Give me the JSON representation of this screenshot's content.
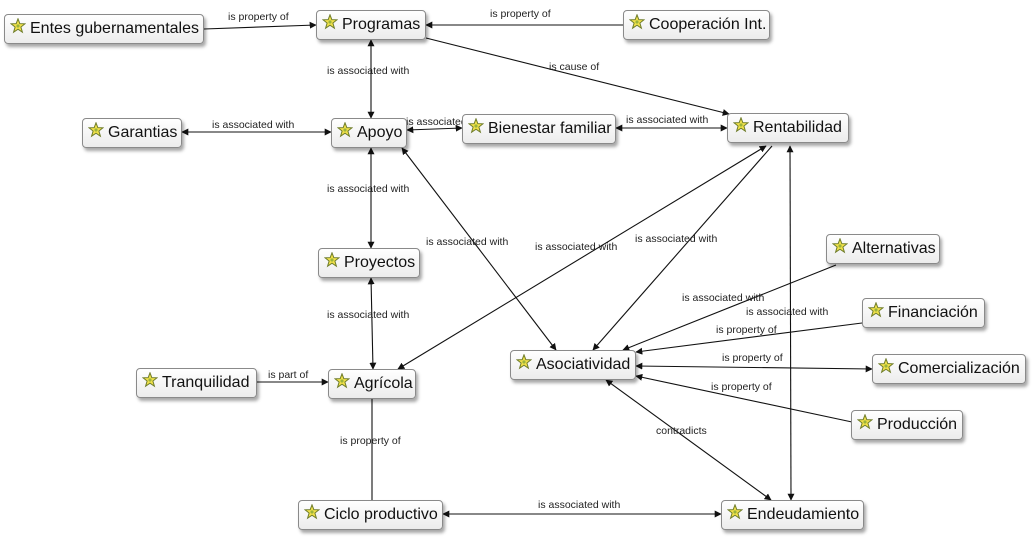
{
  "nodes": {
    "entes": "Entes gubernamentales",
    "programas": "Programas",
    "cooperacion": "Cooperación Int.",
    "garantias": "Garantias",
    "apoyo": "Apoyo",
    "bienestar": "Bienestar familiar",
    "rentabilidad": "Rentabilidad",
    "proyectos": "Proyectos",
    "alternativas": "Alternativas",
    "financiacion": "Financiación",
    "tranquilidad": "Tranquilidad",
    "agricola": "Agrícola",
    "asociatividad": "Asociatividad",
    "comercializacion": "Comercialización",
    "produccion": "Producción",
    "ciclo": "Ciclo productivo",
    "endeudamiento": "Endeudamiento"
  },
  "node_icon": "concept-star-icon",
  "edges": [
    {
      "id": "entes-programas",
      "label": "is property of"
    },
    {
      "id": "cooperacion-programas",
      "label": "is property of"
    },
    {
      "id": "programas-rentabilidad",
      "label": "is cause of"
    },
    {
      "id": "programas-apoyo",
      "label": "is associated with"
    },
    {
      "id": "garantias-apoyo",
      "label": "is associated with"
    },
    {
      "id": "apoyo-bienestar",
      "label": "is associated with"
    },
    {
      "id": "bienestar-rentabilidad",
      "label": "is associated with"
    },
    {
      "id": "apoyo-proyectos",
      "label": "is associated with"
    },
    {
      "id": "apoyo-asociatividad",
      "label": "is associated with"
    },
    {
      "id": "rentabilidad-agricola",
      "label": "is associated with"
    },
    {
      "id": "rentabilidad-asociatividad",
      "label": "is associated with"
    },
    {
      "id": "proyectos-agricola",
      "label": "is associated with"
    },
    {
      "id": "tranquilidad-agricola",
      "label": "is part of"
    },
    {
      "id": "ciclo-agricola",
      "label": "is property of"
    },
    {
      "id": "alternativas-asociatividad",
      "label": "is associated with"
    },
    {
      "id": "financiacion-asociatividad",
      "label": "is associated with"
    },
    {
      "id": "asociatividad-financiacion",
      "label": "is property of"
    },
    {
      "id": "comercializacion-asociatividad",
      "label": "is property of"
    },
    {
      "id": "produccion-asociatividad",
      "label": "is property of"
    },
    {
      "id": "asociatividad-endeudamiento",
      "label": "contradicts"
    },
    {
      "id": "ciclo-endeudamiento",
      "label": "is associated with"
    },
    {
      "id": "rentabilidad-endeudamiento",
      "label": ""
    }
  ]
}
